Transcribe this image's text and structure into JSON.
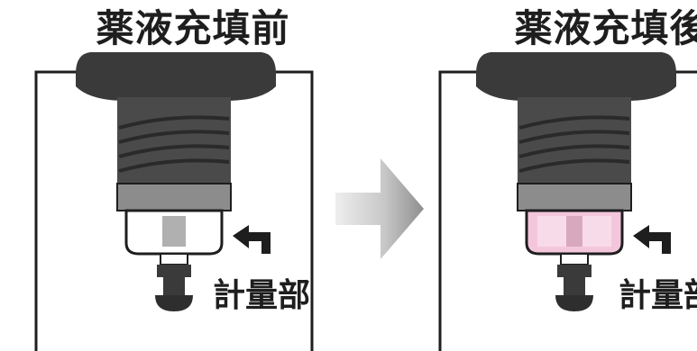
{
  "panels": {
    "before": {
      "title": "薬液充填前",
      "label": "計量部"
    },
    "after": {
      "title": "薬液充填後",
      "label": "計量部"
    }
  },
  "colors": {
    "ink": "#1e1e1e",
    "body_dark": "#4a4a4a",
    "band_gray": "#8c8c8c",
    "chamber_empty": "#b0b0b0",
    "chamber_filled": "#f4c6dc",
    "arrow_light": "#e4e4e4",
    "arrow_dark": "#9a9a9a"
  }
}
